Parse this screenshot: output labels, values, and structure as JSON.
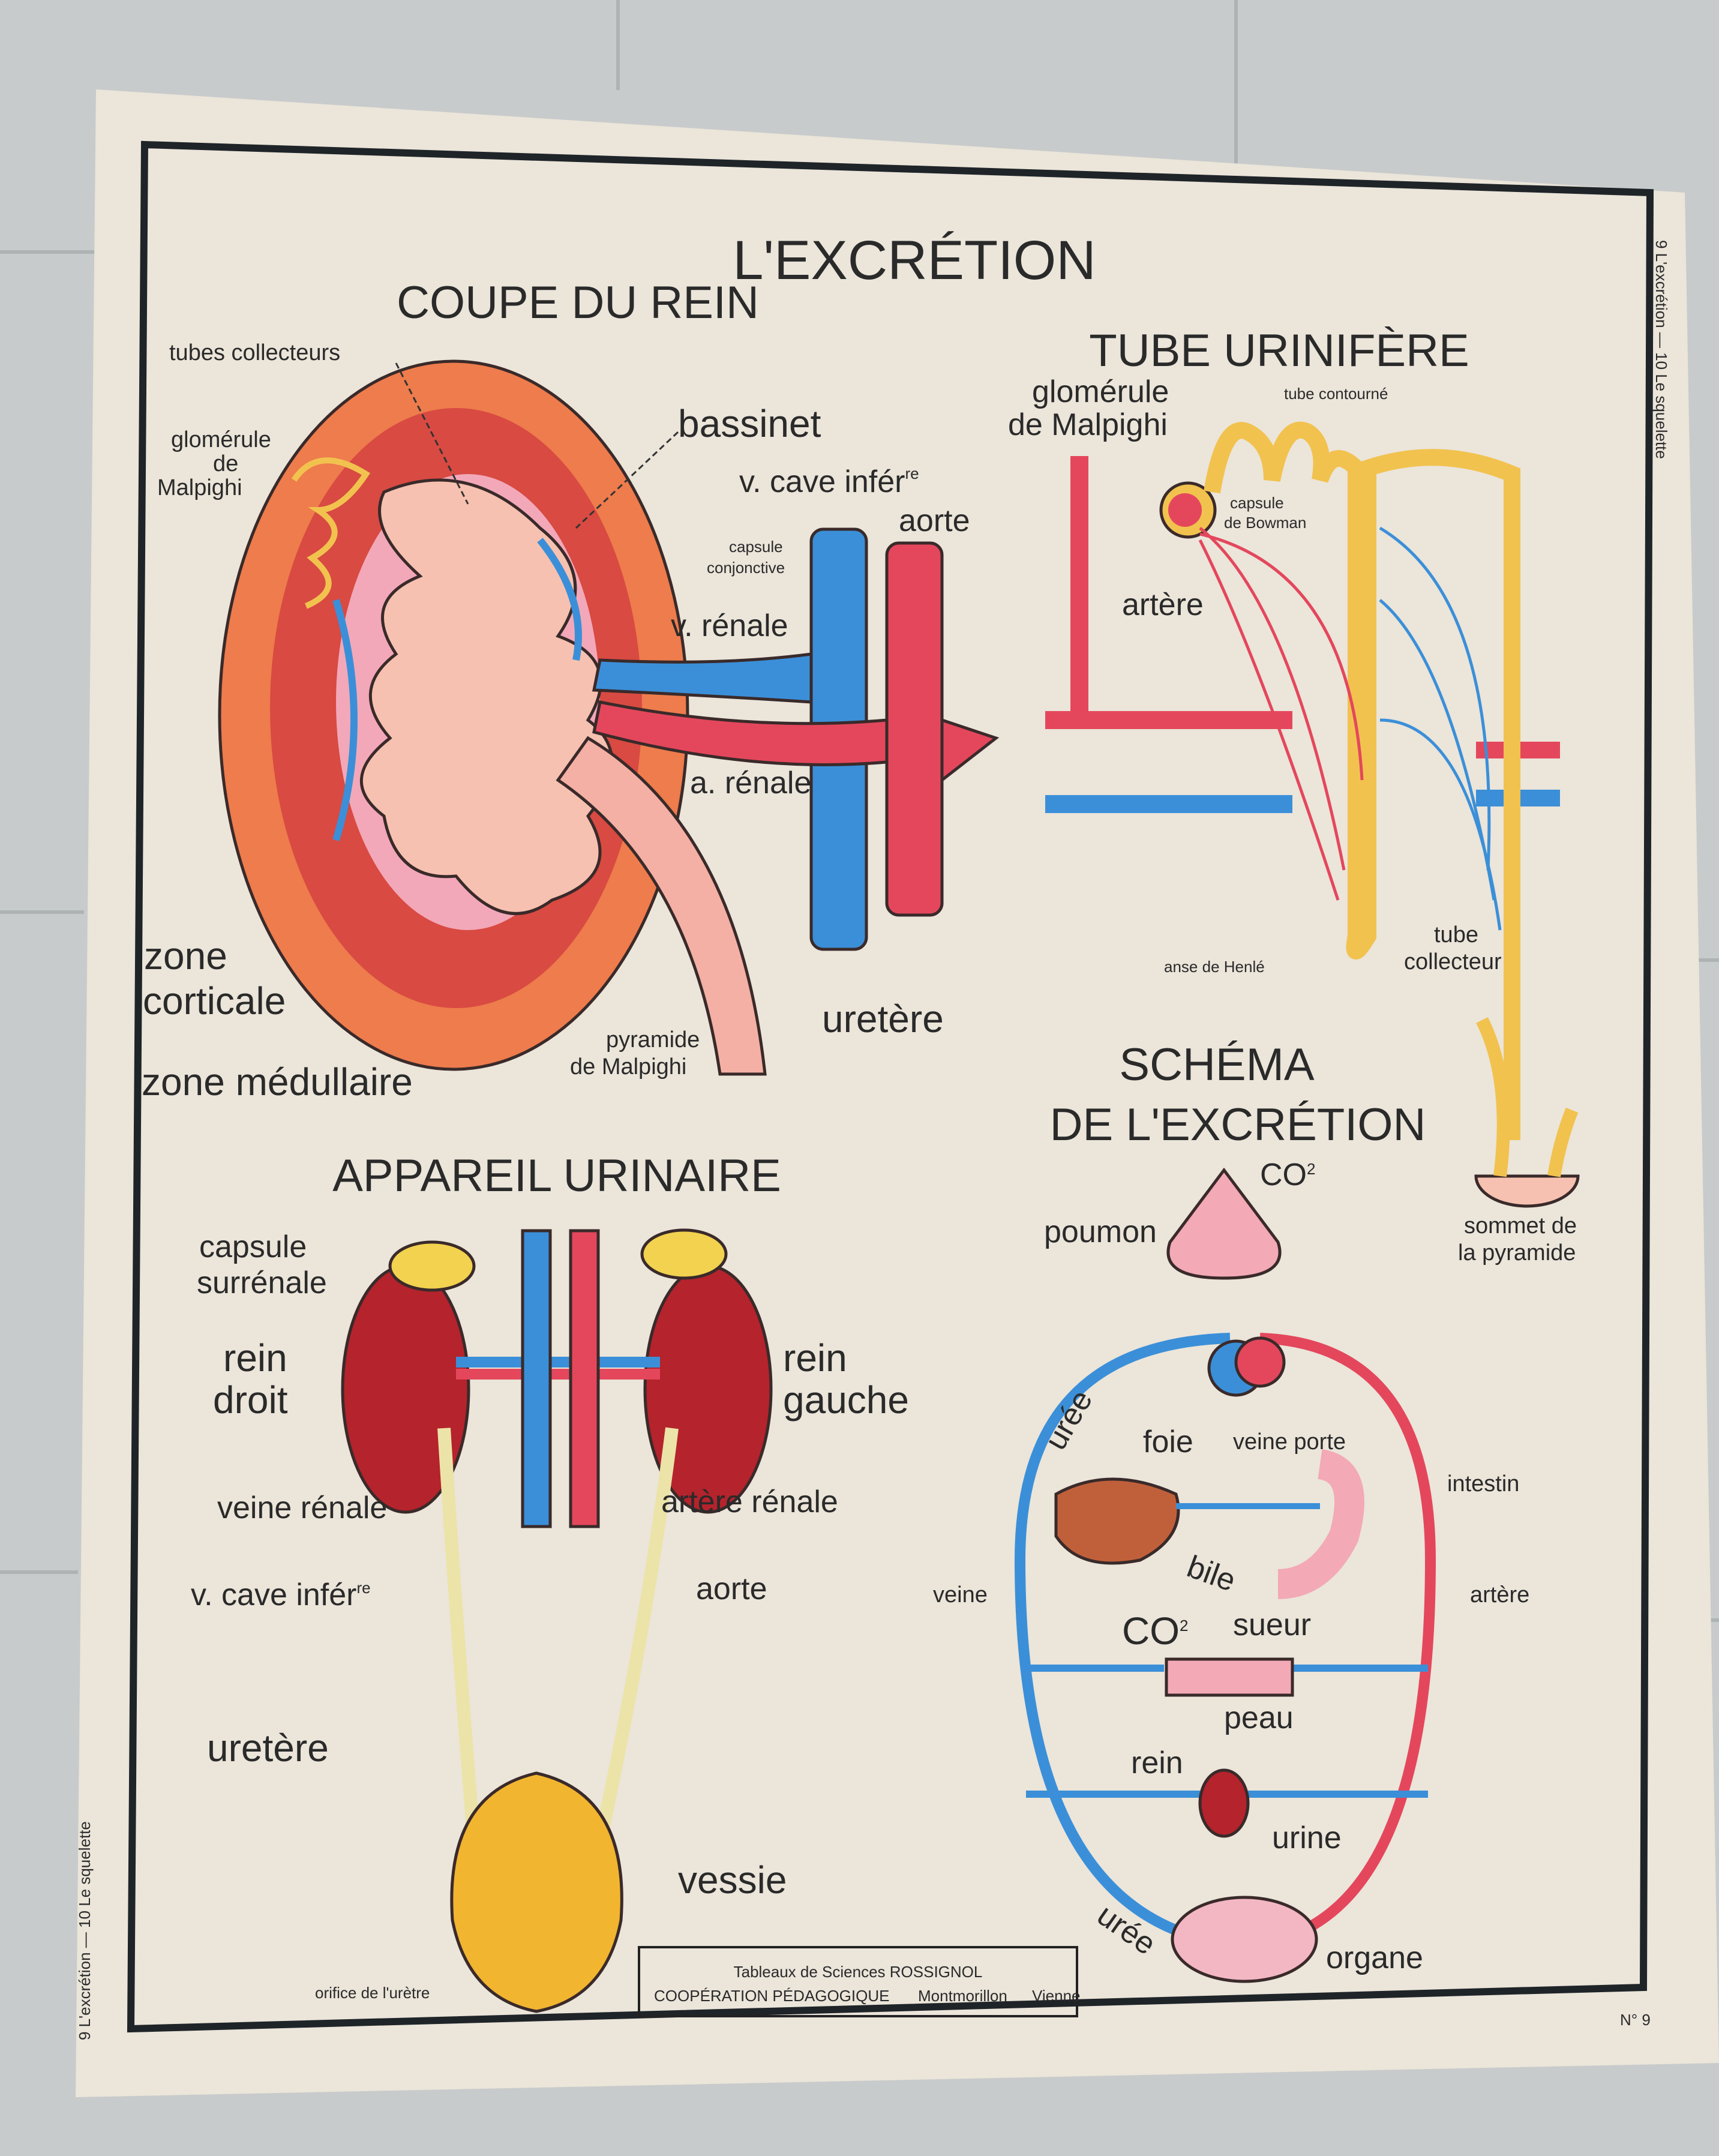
{
  "title": "L'EXCRÉTION",
  "colors": {
    "paper": "#ebe5da",
    "tile": "#c8cbcb",
    "artery": "#e4475c",
    "vein": "#3b8fd8",
    "tube": "#f2c24f",
    "cortex": "#ee7c4c",
    "medulla": "#c9383c",
    "pelvis": "#f6c1b0",
    "frame": "#1f2428"
  },
  "sections": {
    "coupe_du_rein": {
      "title": "COUPE DU REIN",
      "labels": {
        "tubes_collecteurs": "tubes collecteurs",
        "glomerule_1": "glomérule",
        "glomerule_2": "de",
        "glomerule_3": "Malpighi",
        "bassinet": "bassinet",
        "v_cave": "v. cave infér",
        "v_cave_sup": "re",
        "aorte": "aorte",
        "capsule_1": "capsule",
        "capsule_2": "conjonctive",
        "v_renale": "v. rénale",
        "a_renale": "a. rénale",
        "zone_corticale_1": "zone",
        "zone_corticale_2": "corticale",
        "zone_medullaire": "zone médullaire",
        "pyramide_1": "pyramide",
        "pyramide_2": "de Malpighi",
        "uretere": "uretère"
      }
    },
    "tube_urinifere": {
      "title": "TUBE URINIFÈRE",
      "labels": {
        "glomerule_1": "glomérule",
        "glomerule_2": "de Malpighi",
        "tube_contourne": "tube contourné",
        "capsule_1": "capsule",
        "capsule_2": "de Bowman",
        "artere": "artère",
        "anse": "anse de Henlé",
        "tube_collecteur_1": "tube",
        "tube_collecteur_2": "collecteur",
        "sommet_1": "sommet de",
        "sommet_2": "la pyramide"
      }
    },
    "appareil_urinaire": {
      "title": "APPAREIL URINAIRE",
      "labels": {
        "capsule_1": "capsule",
        "capsule_2": "surrénale",
        "rein_droit_1": "rein",
        "rein_droit_2": "droit",
        "rein_gauche_1": "rein",
        "rein_gauche_2": "gauche",
        "veine_renale": "veine rénale",
        "artere_renale": "artère rénale",
        "v_cave": "v. cave infér",
        "v_cave_sup": "re",
        "aorte": "aorte",
        "uretere": "uretère",
        "vessie": "vessie",
        "orifice": "orifice de l'urètre"
      }
    },
    "schema": {
      "title_1": "SCHÉMA",
      "title_2": "DE L'EXCRÉTION",
      "labels": {
        "co2_top": "CO",
        "co2_top_sub": "2",
        "poumon": "poumon",
        "uree_top": "urée",
        "foie": "foie",
        "veine_porte": "veine porte",
        "intestin": "intestin",
        "bile": "bile",
        "veine": "veine",
        "artere": "artère",
        "co2_skin": "CO",
        "co2_skin_sub": "2",
        "sueur": "sueur",
        "peau": "peau",
        "rein": "rein",
        "urine": "urine",
        "uree_bottom": "urée",
        "organe": "organe"
      }
    }
  },
  "footer": {
    "publisher_1": "Tableaux de Sciences ROSSIGNOL",
    "publisher_2": "COOPÉRATION PÉDAGOGIQUE",
    "city": "Montmorillon",
    "region": "Vienne",
    "number": "N° 9",
    "margin_left": "9 L'excrétion — 10 Le squelette",
    "margin_right": "9 L'excrétion — 10 Le squelette"
  }
}
